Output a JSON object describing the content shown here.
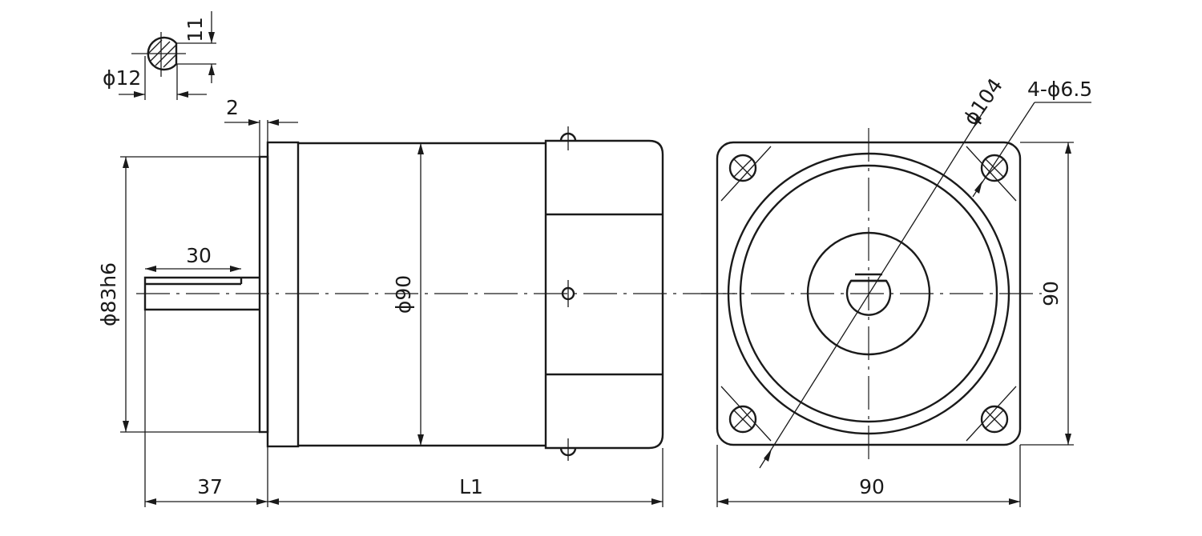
{
  "dimensions": {
    "key_height": "11",
    "shaft_diameter": "ϕ12",
    "flange_step": "2",
    "pilot_diameter": "ϕ83h6",
    "key_length": "30",
    "body_diameter": "ϕ90",
    "shaft_length": "37",
    "body_length": "L1",
    "bolt_circle": "ϕ104",
    "mounting_holes": "4-ϕ6.5",
    "flange_height": "90",
    "flange_width": "90"
  }
}
